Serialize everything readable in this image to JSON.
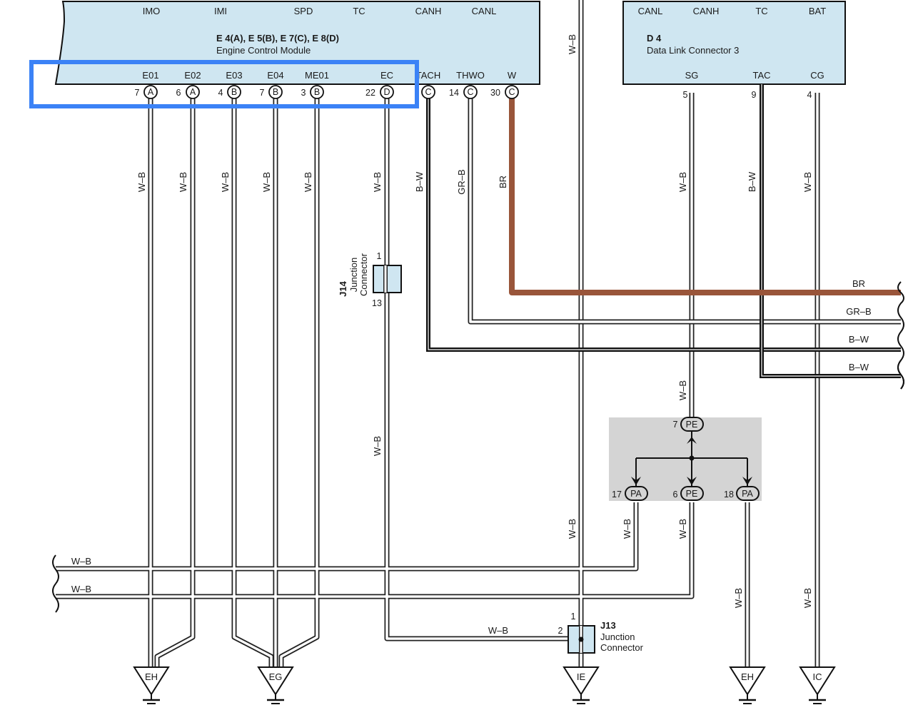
{
  "colors": {
    "module_fill": "#cfe6f1",
    "wire_wb": "#ffffff",
    "wire_br": "#99553a",
    "wire_bw": "#111111",
    "wire_grb": "#ffffff",
    "highlight": "#3b82f6",
    "splice_box": "#d4d4d4"
  },
  "ecm": {
    "title": "E 4(A), E 5(B), E 7(C), E 8(D)",
    "subtitle": "Engine Control Module",
    "top_labels": [
      "IMO",
      "IMI",
      "SPD",
      "TC",
      "CANH",
      "CANL"
    ],
    "pins": [
      {
        "name": "E01",
        "num": "7",
        "conn": "A"
      },
      {
        "name": "E02",
        "num": "6",
        "conn": "A"
      },
      {
        "name": "E03",
        "num": "4",
        "conn": "B"
      },
      {
        "name": "E04",
        "num": "7",
        "conn": "B"
      },
      {
        "name": "ME01",
        "num": "3",
        "conn": "B"
      },
      {
        "name": "EC",
        "num": "22",
        "conn": "D"
      },
      {
        "name": "TACH",
        "num": "",
        "conn": "C"
      },
      {
        "name": "THWO",
        "num": "14",
        "conn": "C"
      },
      {
        "name": "W",
        "num": "30",
        "conn": "C"
      }
    ]
  },
  "dlc": {
    "title": "D 4",
    "subtitle": "Data Link Connector 3",
    "top_labels": [
      "CANL",
      "CANH",
      "TC",
      "BAT"
    ],
    "pins": [
      {
        "name": "SG",
        "num": "5"
      },
      {
        "name": "TAC",
        "num": "9"
      },
      {
        "name": "CG",
        "num": "4"
      }
    ]
  },
  "wire_labels": {
    "wb": "W–B",
    "bw": "B–W",
    "grb": "GR–B",
    "br": "BR"
  },
  "j14": {
    "id": "J14",
    "line1": "Junction",
    "line2": "Connector",
    "pin_top": "1",
    "pin_bottom": "13"
  },
  "j13": {
    "id": "J13",
    "line1": "Junction",
    "line2": "Connector",
    "pin_top": "1",
    "pin_left": "2"
  },
  "splice": {
    "top": {
      "num": "7",
      "name": "PE"
    },
    "outs": [
      {
        "num": "17",
        "name": "PA"
      },
      {
        "num": "6",
        "name": "PE"
      },
      {
        "num": "18",
        "name": "PA"
      }
    ]
  },
  "grounds": [
    "EH",
    "EG",
    "IE",
    "EH",
    "IC"
  ]
}
